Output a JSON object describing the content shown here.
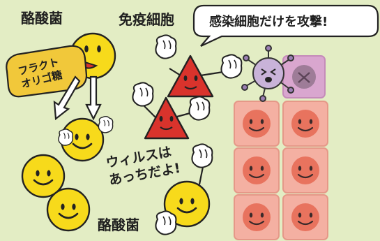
{
  "labels": {
    "bacteria_top": "酪酸菌",
    "immune_cells": "免疫細胞",
    "bacteria_bottom": "酪酸菌",
    "food_line1": "フラクト",
    "food_line2": "オリゴ糖",
    "speech_line1": "ウィルスは",
    "speech_line2": "あっちだよ!",
    "bubble": "感染細胞だけを攻撃!"
  },
  "colors": {
    "background": "#e3edc4",
    "bacteria": "#f7da1b",
    "immune": "#d9332c",
    "cell": "#f4b0a2",
    "cell_face": "#e8735e",
    "infected_cell": "#d9a6cf",
    "virus": "#c9b3d9",
    "food_tag": "#f1c83a"
  },
  "icons": [
    "bacteria-face",
    "immune-triangle",
    "virus",
    "cell-tile",
    "glove-fist",
    "arrow-down"
  ]
}
